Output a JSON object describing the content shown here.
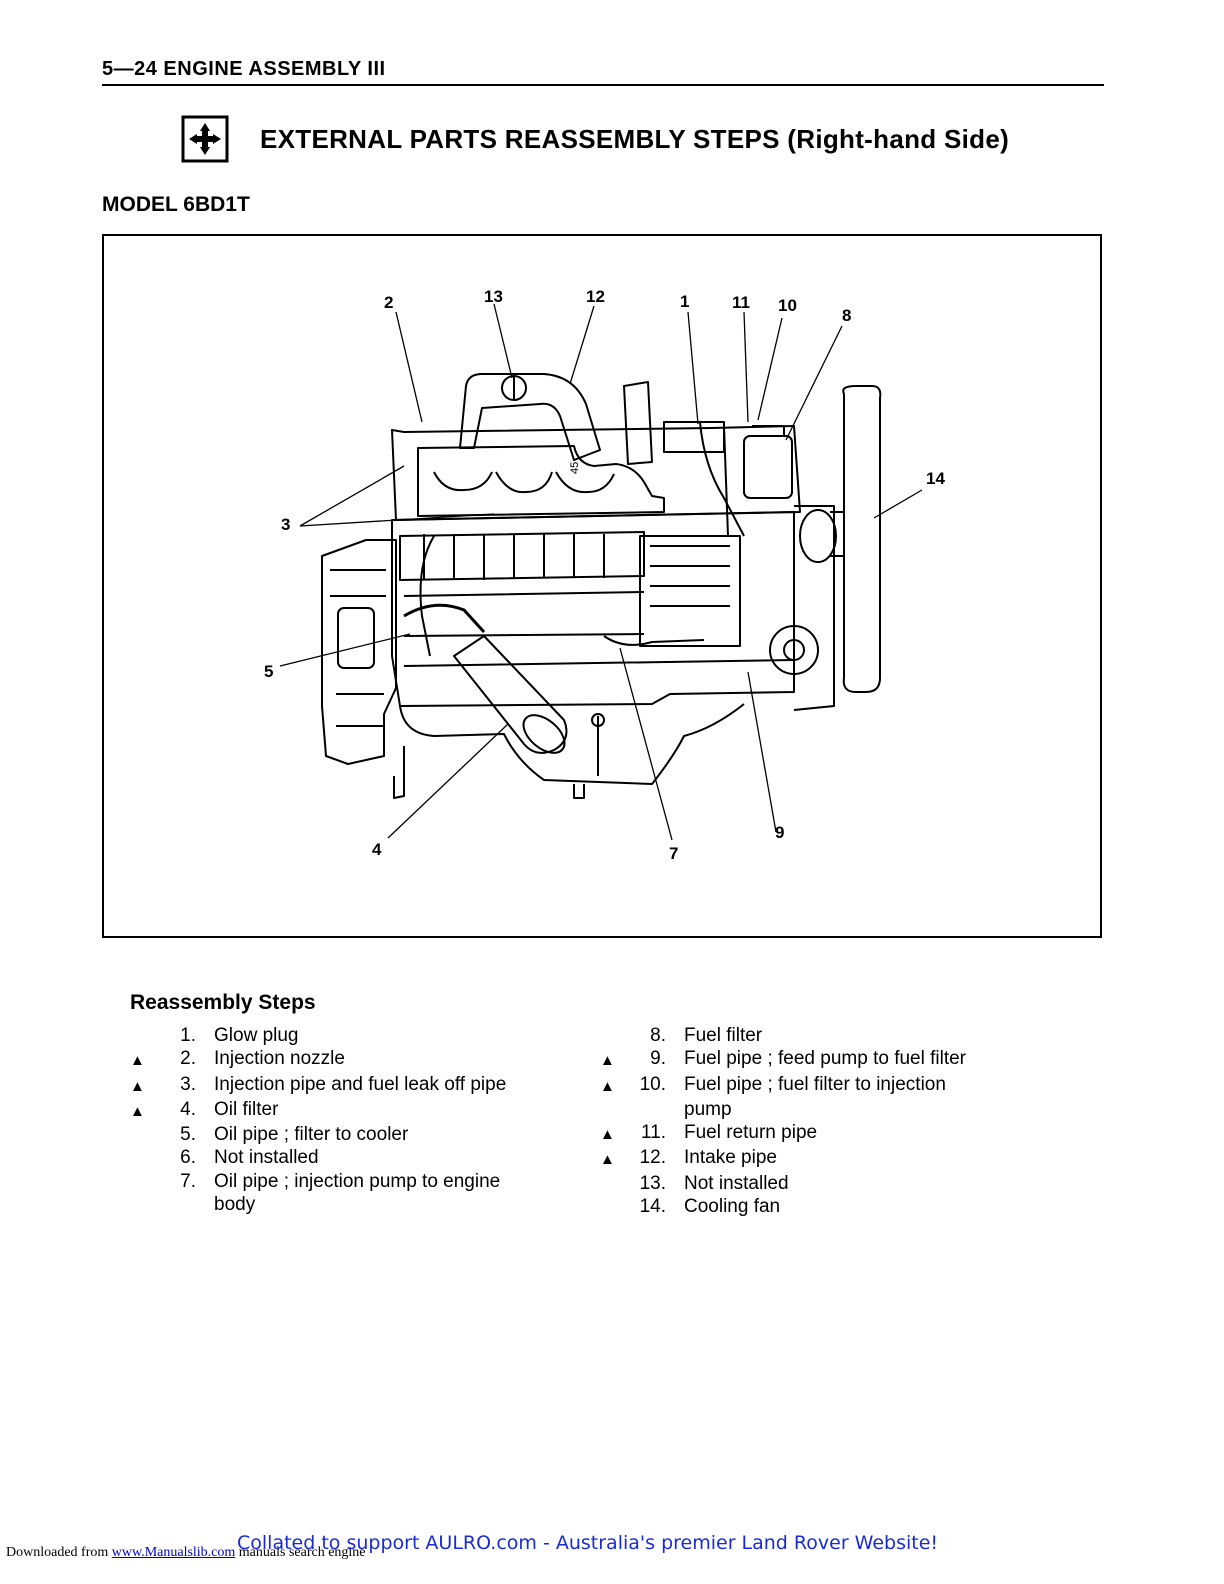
{
  "header": {
    "title": "5—24 ENGINE ASSEMBLY III"
  },
  "section": {
    "title": "EXTERNAL PARTS REASSEMBLY STEPS (Right-hand Side)",
    "icon": "reassembly-arrows-icon"
  },
  "model": {
    "label": "MODEL 6BD1T"
  },
  "figure": {
    "callouts": [
      "2",
      "13",
      "12",
      "1",
      "11",
      "10",
      "8",
      "14",
      "3",
      "5",
      "4",
      "7",
      "9"
    ],
    "stamp": "45"
  },
  "steps": {
    "heading": "Reassembly Steps",
    "left": [
      {
        "mark": "",
        "num": "1.",
        "text": "Glow plug"
      },
      {
        "mark": "▲",
        "num": "2.",
        "text": "Injection nozzle"
      },
      {
        "mark": "▲",
        "num": "3.",
        "text": "Injection pipe and fuel leak off pipe"
      },
      {
        "mark": "▲",
        "num": "4.",
        "text": "Oil filter"
      },
      {
        "mark": "",
        "num": "5.",
        "text": "Oil pipe ; filter to cooler"
      },
      {
        "mark": "",
        "num": "6.",
        "text": "Not installed"
      },
      {
        "mark": "",
        "num": "7.",
        "text": "Oil pipe ; injection pump to engine"
      },
      {
        "mark": "",
        "num": "",
        "text": "body"
      }
    ],
    "right": [
      {
        "mark": "",
        "num": "8.",
        "text": "Fuel filter"
      },
      {
        "mark": "▲",
        "num": "9.",
        "text": "Fuel pipe ; feed pump to fuel filter"
      },
      {
        "mark": "▲",
        "num": "10.",
        "text": "Fuel pipe ; fuel filter to injection"
      },
      {
        "mark": "",
        "num": "",
        "text": "pump"
      },
      {
        "mark": "▲",
        "num": "11.",
        "text": "Fuel return pipe"
      },
      {
        "mark": "▲",
        "num": "12.",
        "text": "Intake pipe"
      },
      {
        "mark": "",
        "num": "13.",
        "text": "Not installed"
      },
      {
        "mark": "",
        "num": "14.",
        "text": "Cooling fan"
      }
    ]
  },
  "footer": {
    "downloaded_prefix": "Downloaded from",
    "site_link": "www.Manualslib.com",
    "site_suffix": "manuals search engine",
    "collated": "Collated to support AULRO.com - Australia's premier Land Rover Website!"
  }
}
